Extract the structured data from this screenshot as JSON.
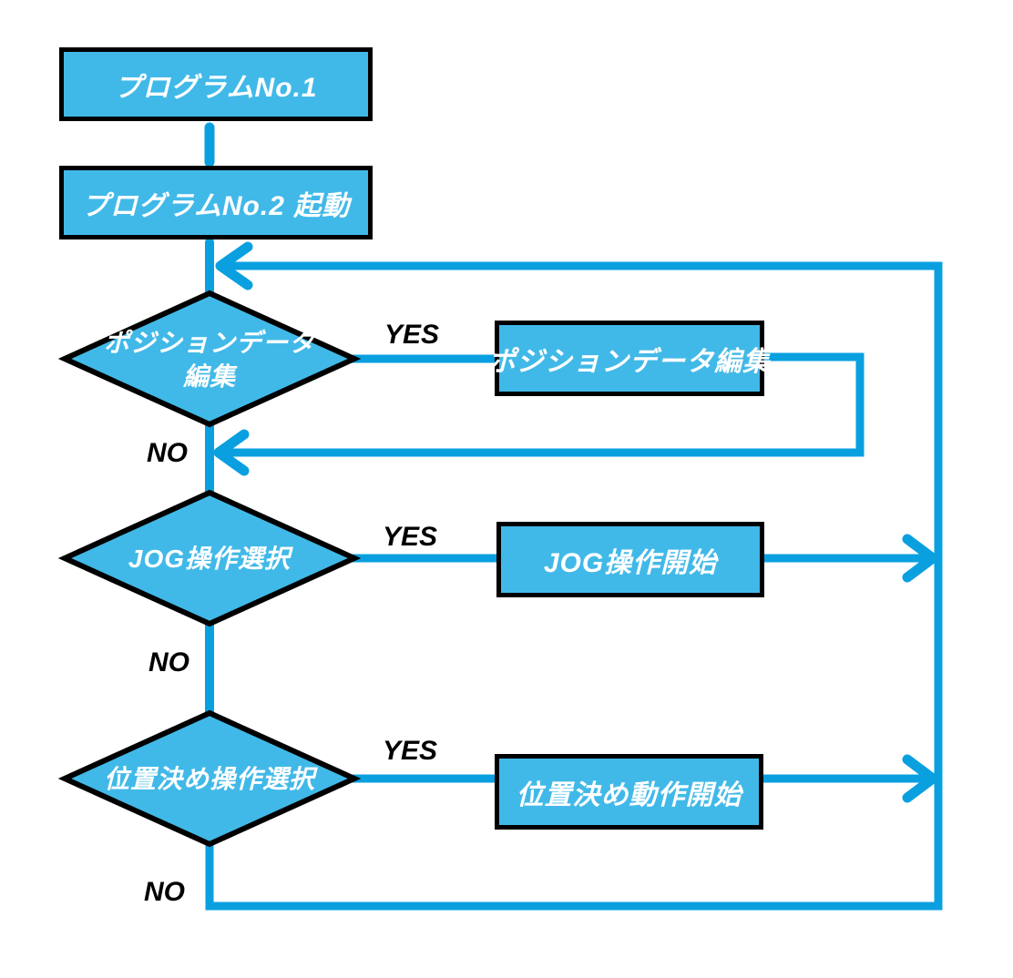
{
  "palette": {
    "background": "#ffffff",
    "node_fill": "#41b9e8",
    "node_border": "#000000",
    "node_text": "#ffffff",
    "connector": "#0aa0e0",
    "branch_label_text": "#000000"
  },
  "flowchart": {
    "type": "flowchart",
    "nodes": [
      {
        "id": "program-no1",
        "shape": "rect",
        "label": "プログラムNo.1"
      },
      {
        "id": "program-no2-start",
        "shape": "rect",
        "label": "プログラムNo.2 起動"
      },
      {
        "id": "decision-position-data-edit",
        "shape": "diamond",
        "label": "ポジションデータ編集",
        "lines": [
          "ポジションデータ",
          "編集"
        ]
      },
      {
        "id": "position-data-edit",
        "shape": "rect",
        "label": "ポジションデータ編集"
      },
      {
        "id": "decision-jog-select",
        "shape": "diamond",
        "label": "JOG操作選択"
      },
      {
        "id": "jog-start",
        "shape": "rect",
        "label": "JOG操作開始"
      },
      {
        "id": "decision-positioning-select",
        "shape": "diamond",
        "label": "位置決め操作選択"
      },
      {
        "id": "positioning-start",
        "shape": "rect",
        "label": "位置決め動作開始"
      }
    ],
    "edges": [
      {
        "from": "program-no1",
        "to": "program-no2-start",
        "label": ""
      },
      {
        "from": "program-no2-start",
        "to": "decision-position-data-edit",
        "label": ""
      },
      {
        "from": "decision-position-data-edit",
        "to": "position-data-edit",
        "label": "YES"
      },
      {
        "from": "decision-position-data-edit",
        "to": "decision-jog-select",
        "label": "NO"
      },
      {
        "from": "position-data-edit",
        "to": "decision-jog-select",
        "label": ""
      },
      {
        "from": "decision-jog-select",
        "to": "jog-start",
        "label": "YES"
      },
      {
        "from": "decision-jog-select",
        "to": "decision-positioning-select",
        "label": "NO"
      },
      {
        "from": "decision-positioning-select",
        "to": "positioning-start",
        "label": "YES"
      },
      {
        "from": "decision-positioning-select",
        "to": "loop-return",
        "label": "NO"
      },
      {
        "from": "jog-start",
        "to": "loop-return",
        "label": ""
      },
      {
        "from": "positioning-start",
        "to": "loop-return",
        "label": ""
      },
      {
        "from": "loop-return",
        "to": "decision-position-data-edit",
        "label": ""
      }
    ]
  }
}
